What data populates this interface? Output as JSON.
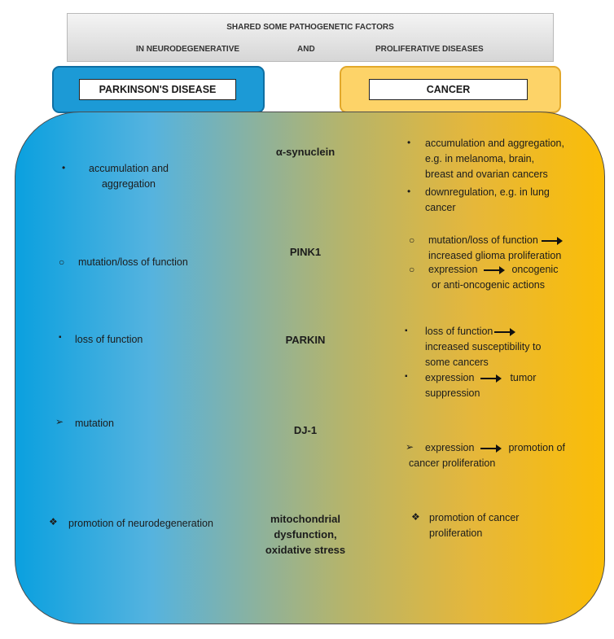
{
  "header": {
    "title": "SHARED SOME PATHOGENETIC FACTORS",
    "left": "IN NEURODEGENERATIVE",
    "middle": "AND",
    "right": "PROLIFERATIVE DISEASES"
  },
  "columns": {
    "left": "PARKINSON'S DISEASE",
    "right": "CANCER"
  },
  "factors": {
    "alpha_synuclein": "α-synuclein",
    "pink1": "PINK1",
    "parkin": "PARKIN",
    "dj1": "DJ-1",
    "mito_1": "mitochondrial",
    "mito_2": "dysfunction,",
    "mito_3": "oxidative stress"
  },
  "parkinsons": {
    "synuclein_1": "accumulation and",
    "synuclein_2": "aggregation",
    "pink1": "mutation/loss of function",
    "parkin": "loss of function",
    "dj1": "mutation",
    "mito": "promotion of neurodegeneration"
  },
  "cancer": {
    "syn_a1": "accumulation and aggregation,",
    "syn_a2": "e.g. in melanoma, brain,",
    "syn_a3": "breast and ovarian cancers",
    "syn_b1": "downregulation, e.g. in lung",
    "syn_b2": "cancer",
    "pink_a1": "mutation/loss of function",
    "pink_a2": "increased glioma proliferation",
    "pink_b1": "expression",
    "pink_b1_end": "oncogenic",
    "pink_b2": "or anti-oncogenic actions",
    "parkin_a1": "loss of function",
    "parkin_a2": "increased susceptibility to",
    "parkin_a3": "some cancers",
    "parkin_b1": "expression",
    "parkin_b1_end": "tumor",
    "parkin_b2": "suppression",
    "dj1_1": "expression",
    "dj1_1_end": "promotion of",
    "dj1_2": "cancer proliferation",
    "mito_1": "promotion of cancer",
    "mito_2": "proliferation"
  },
  "bullets": {
    "dot": "•",
    "circle": "○",
    "square": "▪",
    "arrowhead": "➢",
    "diamond": "❖"
  }
}
